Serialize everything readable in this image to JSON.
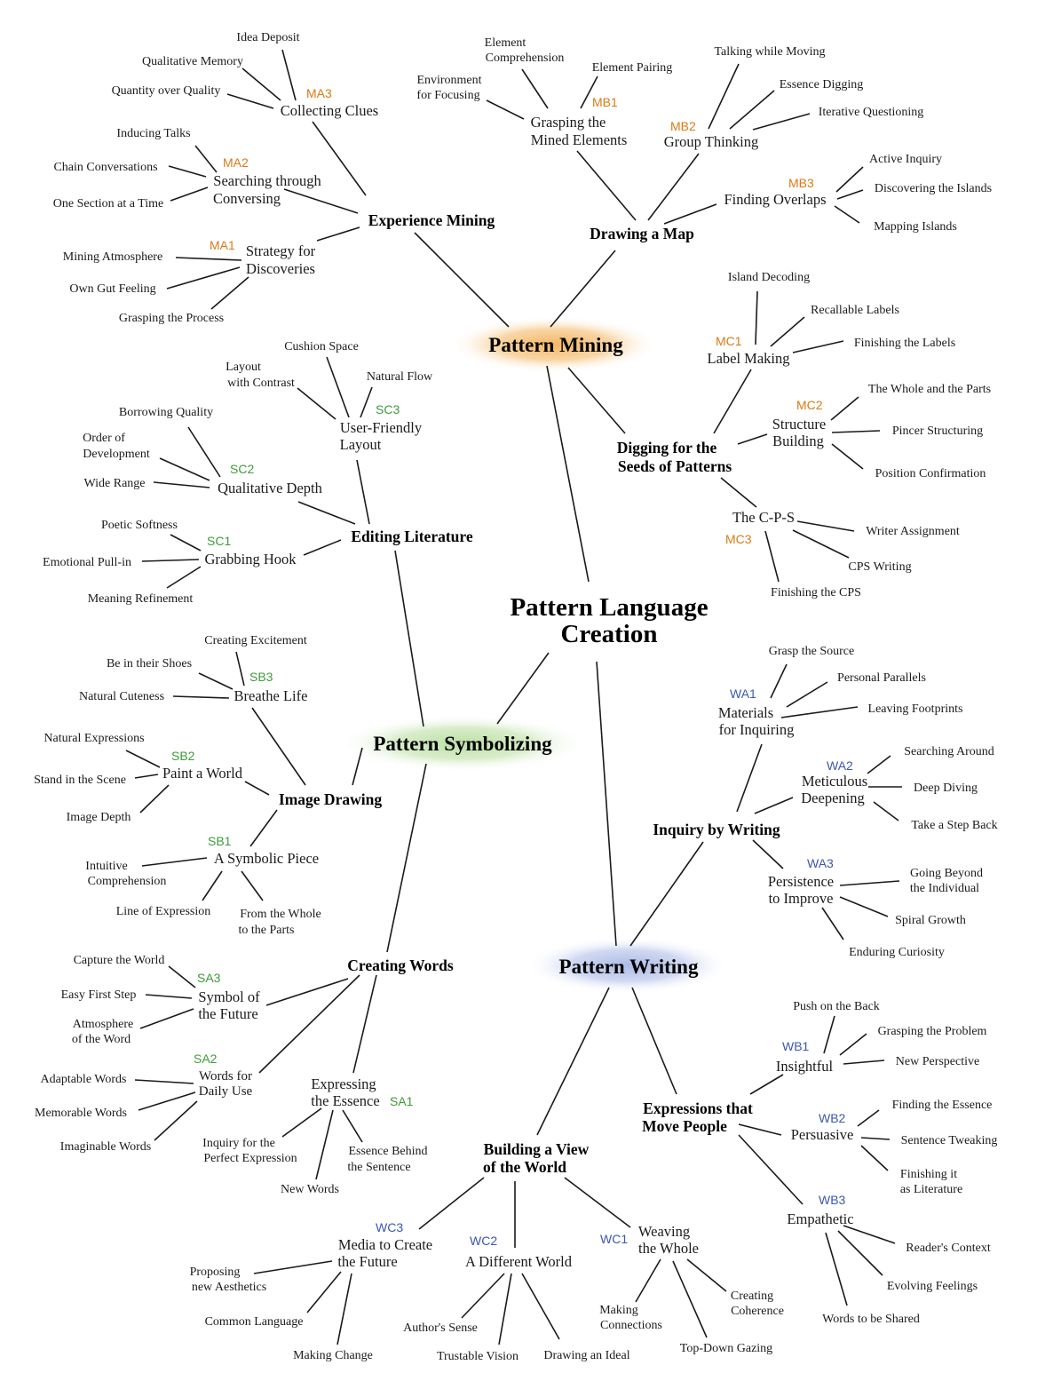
{
  "colors": {
    "mining": "#d97a14",
    "symbolizing": "#3f9a3a",
    "writing": "#3a58b0",
    "glow_mining": "#f3b45e",
    "glow_symbolizing": "#b9dea0",
    "glow_writing": "#aab8e6",
    "edge": "#1a1a1a"
  },
  "root": {
    "line1": "Pattern Language",
    "line2": "Creation"
  },
  "mains": {
    "mining": "Pattern Mining",
    "symbolizing": "Pattern Symbolizing",
    "writing": "Pattern Writing"
  },
  "categories": {
    "experience_mining": "Experience Mining",
    "drawing_a_map": "Drawing a Map",
    "digging_1": "Digging for the",
    "digging_2": "Seeds of Patterns",
    "editing_literature": "Editing Literature",
    "image_drawing": "Image Drawing",
    "creating_words": "Creating Words",
    "inquiry_by_writing": "Inquiry by Writing",
    "expressions_1": "Expressions that",
    "expressions_2": "Move People",
    "building_1": "Building a View",
    "building_2": "of the World"
  },
  "codes": {
    "MA1": "MA1",
    "MA2": "MA2",
    "MA3": "MA3",
    "MB1": "MB1",
    "MB2": "MB2",
    "MB3": "MB3",
    "MC1": "MC1",
    "MC2": "MC2",
    "MC3": "MC3",
    "SA1": "SA1",
    "SA2": "SA2",
    "SA3": "SA3",
    "SB1": "SB1",
    "SB2": "SB2",
    "SB3": "SB3",
    "SC1": "SC1",
    "SC2": "SC2",
    "SC3": "SC3",
    "WA1": "WA1",
    "WA2": "WA2",
    "WA3": "WA3",
    "WB1": "WB1",
    "WB2": "WB2",
    "WB3": "WB3",
    "WC1": "WC1",
    "WC2": "WC2",
    "WC3": "WC3"
  },
  "patterns": {
    "MA1_1": "Strategy for",
    "MA1_2": "Discoveries",
    "MA2_1": "Searching through",
    "MA2_2": "Conversing",
    "MA3": "Collecting Clues",
    "MB1_1": "Grasping the",
    "MB1_2": "Mined Elements",
    "MB2": "Group Thinking",
    "MB3": "Finding Overlaps",
    "MC1": "Label Making",
    "MC2_1": "Structure",
    "MC2_2": "Building",
    "MC3": "The C-P-S",
    "SC1": "Grabbing Hook",
    "SC2": "Qualitative Depth",
    "SC3_1": "User-Friendly",
    "SC3_2": "Layout",
    "SB1": "A Symbolic Piece",
    "SB2": "Paint a World",
    "SB3": "Breathe Life",
    "SA1_1": "Expressing",
    "SA1_2": "the Essence",
    "SA2_1": "Words for",
    "SA2_2": "Daily Use",
    "SA3_1": "Symbol of",
    "SA3_2": "the Future",
    "WA1_1": "Materials",
    "WA1_2": "for Inquiring",
    "WA2_1": "Meticulous",
    "WA2_2": "Deepening",
    "WA3_1": "Persistence",
    "WA3_2": "to Improve",
    "WB1": "Insightful",
    "WB2": "Persuasive",
    "WB3": "Empathetic",
    "WC1_1": "Weaving",
    "WC1_2": "the Whole",
    "WC2": "A Different World",
    "WC3_1": "Media to Create",
    "WC3_2": "the Future"
  },
  "leaves": {
    "ma1_a": "Mining Atmosphere",
    "ma1_b": "Own Gut Feeling",
    "ma1_c": "Grasping the Process",
    "ma2_a": "Inducing Talks",
    "ma2_b": "Chain Conversations",
    "ma2_c": "One Section at a Time",
    "ma3_a": "Idea Deposit",
    "ma3_b": "Qualitative Memory",
    "ma3_c": "Quantity over Quality",
    "mb1_a1": "Element",
    "mb1_a2": "Comprehension",
    "mb1_b": "Element Pairing",
    "mb1_c1": "Environment",
    "mb1_c2": "for Focusing",
    "mb2_a": "Talking while Moving",
    "mb2_b": "Essence Digging",
    "mb2_c": "Iterative Questioning",
    "mb3_a": "Active Inquiry",
    "mb3_b": "Discovering the Islands",
    "mb3_c": "Mapping Islands",
    "mc1_a": "Island Decoding",
    "mc1_b": "Recallable Labels",
    "mc1_c": "Finishing the Labels",
    "mc2_a": "The Whole and the Parts",
    "mc2_b": "Pincer Structuring",
    "mc2_c": "Position Confirmation",
    "mc3_a": "Writer Assignment",
    "mc3_b": "CPS Writing",
    "mc3_c": "Finishing the CPS",
    "sc3_a": "Cushion Space",
    "sc3_b1": "Layout",
    "sc3_b2": "with Contrast",
    "sc3_c": "Natural Flow",
    "sc2_a": "Borrowing Quality",
    "sc2_b1": "Order of",
    "sc2_b2": "Development",
    "sc2_c": "Wide Range",
    "sc1_a": "Poetic Softness",
    "sc1_b": "Emotional Pull-in",
    "sc1_c": "Meaning Refinement",
    "sb3_a": "Creating Excitement",
    "sb3_b": "Be in their Shoes",
    "sb3_c": "Natural Cuteness",
    "sb2_a": "Natural Expressions",
    "sb2_b": "Stand in the Scene",
    "sb2_c": "Image Depth",
    "sb1_a1": "Intuitive",
    "sb1_a2": "Comprehension",
    "sb1_b": "Line of Expression",
    "sb1_c1": "From the Whole",
    "sb1_c2": "to the Parts",
    "sa3_a": "Capture the World",
    "sa3_b": "Easy First Step",
    "sa3_c1": "Atmosphere",
    "sa3_c2": "of the Word",
    "sa2_a": "Adaptable Words",
    "sa2_b": "Memorable Words",
    "sa2_c": "Imaginable Words",
    "sa1_a1": "Inquiry for the",
    "sa1_a2": "Perfect Expression",
    "sa1_b": "New Words",
    "sa1_c1": "Essence Behind",
    "sa1_c2": "the Sentence",
    "wa1_a": "Grasp the Source",
    "wa1_b": "Personal Parallels",
    "wa1_c": "Leaving Footprints",
    "wa2_a": "Searching Around",
    "wa2_b": "Deep Diving",
    "wa2_c": "Take a Step Back",
    "wa3_a1": "Going Beyond",
    "wa3_a2": "the Individual",
    "wa3_b": "Spiral Growth",
    "wa3_c": "Enduring Curiosity",
    "wb1_a": "Push on the Back",
    "wb1_b": "Grasping the Problem",
    "wb1_c": "New Perspective",
    "wb2_a": "Finding the Essence",
    "wb2_b": "Sentence Tweaking",
    "wb2_c1": "Finishing it",
    "wb2_c2": "as Literature",
    "wb3_a": "Reader's Context",
    "wb3_b": "Evolving Feelings",
    "wb3_c": "Words to be Shared",
    "wc1_a1": "Making",
    "wc1_a2": "Connections",
    "wc1_b": "Top-Down Gazing",
    "wc1_c1": "Creating",
    "wc1_c2": "Coherence",
    "wc2_a": "Author's Sense",
    "wc2_b": "Trustable Vision",
    "wc2_c": "Drawing an Ideal",
    "wc3_a1": "Proposing",
    "wc3_a2": "new Aesthetics",
    "wc3_b": "Common Language",
    "wc3_c": "Making Change"
  }
}
